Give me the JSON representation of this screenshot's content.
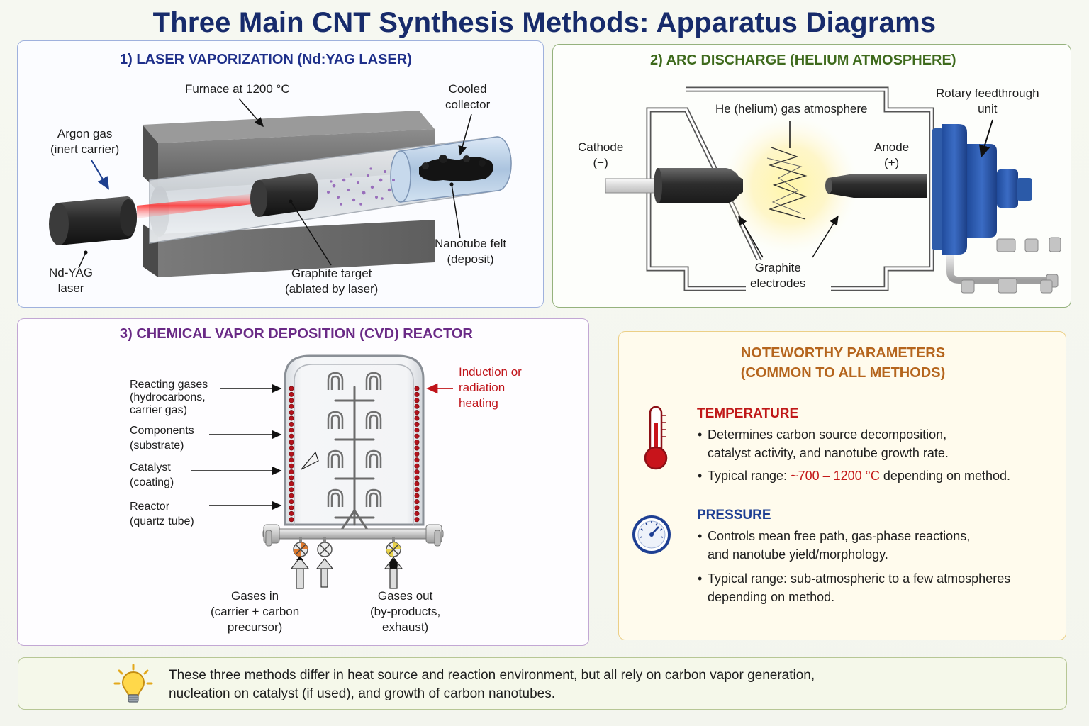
{
  "title": "Three Main CNT Synthesis Methods: Apparatus Diagrams",
  "colors": {
    "title": "#172b6b",
    "laser_title": "#1e2f8a",
    "arc_title": "#3e6a1c",
    "cvd_title": "#6a2a86",
    "params_title": "#b5651d",
    "param_red": "#c01818",
    "param_blue": "#1e3f93"
  },
  "laser": {
    "title": "1) LASER VAPORIZATION (Nd:YAG LASER)",
    "furnace": "Furnace at 1200 °C",
    "collector_1": "Cooled",
    "collector_2": "collector",
    "argon_1": "Argon gas",
    "argon_2": "(inert carrier)",
    "laser_1": "Nd-YAG",
    "laser_2": "laser",
    "target_1": "Graphite target",
    "target_2": "(ablated by laser)",
    "felt_1": "Nanotube felt",
    "felt_2": "(deposit)"
  },
  "arc": {
    "title": "2) ARC DISCHARGE (HELIUM ATMOSPHERE)",
    "rotary_1": "Rotary feedthrough",
    "rotary_2": "unit",
    "helium": "He (helium) gas atmosphere",
    "cathode_1": "Cathode",
    "cathode_2": "(−)",
    "anode_1": "Anode",
    "anode_2": "(+)",
    "electrodes_1": "Graphite",
    "electrodes_2": "electrodes"
  },
  "cvd": {
    "title": "3) CHEMICAL VAPOR DEPOSITION (CVD) REACTOR",
    "gases_1": "Reacting gases",
    "gases_2": "(hydrocarbons,",
    "gases_3": "carrier gas)",
    "components_1": "Components",
    "components_2": "(substrate)",
    "catalyst_1": "Catalyst",
    "catalyst_2": "(coating)",
    "reactor_1": "Reactor",
    "reactor_2": "(quartz tube)",
    "heating_1": "Induction or",
    "heating_2": "radiation",
    "heating_3": "heating",
    "in_1": "Gases in",
    "in_2": "(carrier + carbon",
    "in_3": "precursor)",
    "out_1": "Gases out",
    "out_2": "(by-products,",
    "out_3": "exhaust)"
  },
  "params": {
    "title_1": "NOTEWORTHY PARAMETERS",
    "title_2": "(COMMON TO ALL METHODS)",
    "temperature": {
      "heading": "TEMPERATURE",
      "b1_l1": "Determines carbon source decomposition,",
      "b1_l2": "catalyst activity, and nanotube growth rate.",
      "b2_pre": "Typical range:",
      "b2_value": "~700 – 1200 °C",
      "b2_post": "depending on method."
    },
    "pressure": {
      "heading": "PRESSURE",
      "b1_l1": "Controls mean free path, gas-phase reactions,",
      "b1_l2": "and nanotube yield/morphology.",
      "b2_l1": "Typical range: sub-atmospheric to a few atmospheres",
      "b2_l2": "depending on method."
    },
    "bullet": "•"
  },
  "note": {
    "line1": "These three methods differ in heat source and reaction environment, but all rely on carbon vapor generation,",
    "line2": "nucleation on catalyst (if used), and growth of carbon nanotubes."
  },
  "icons": [
    "thermometer-icon",
    "pressure-gauge-icon",
    "lightbulb-icon"
  ]
}
